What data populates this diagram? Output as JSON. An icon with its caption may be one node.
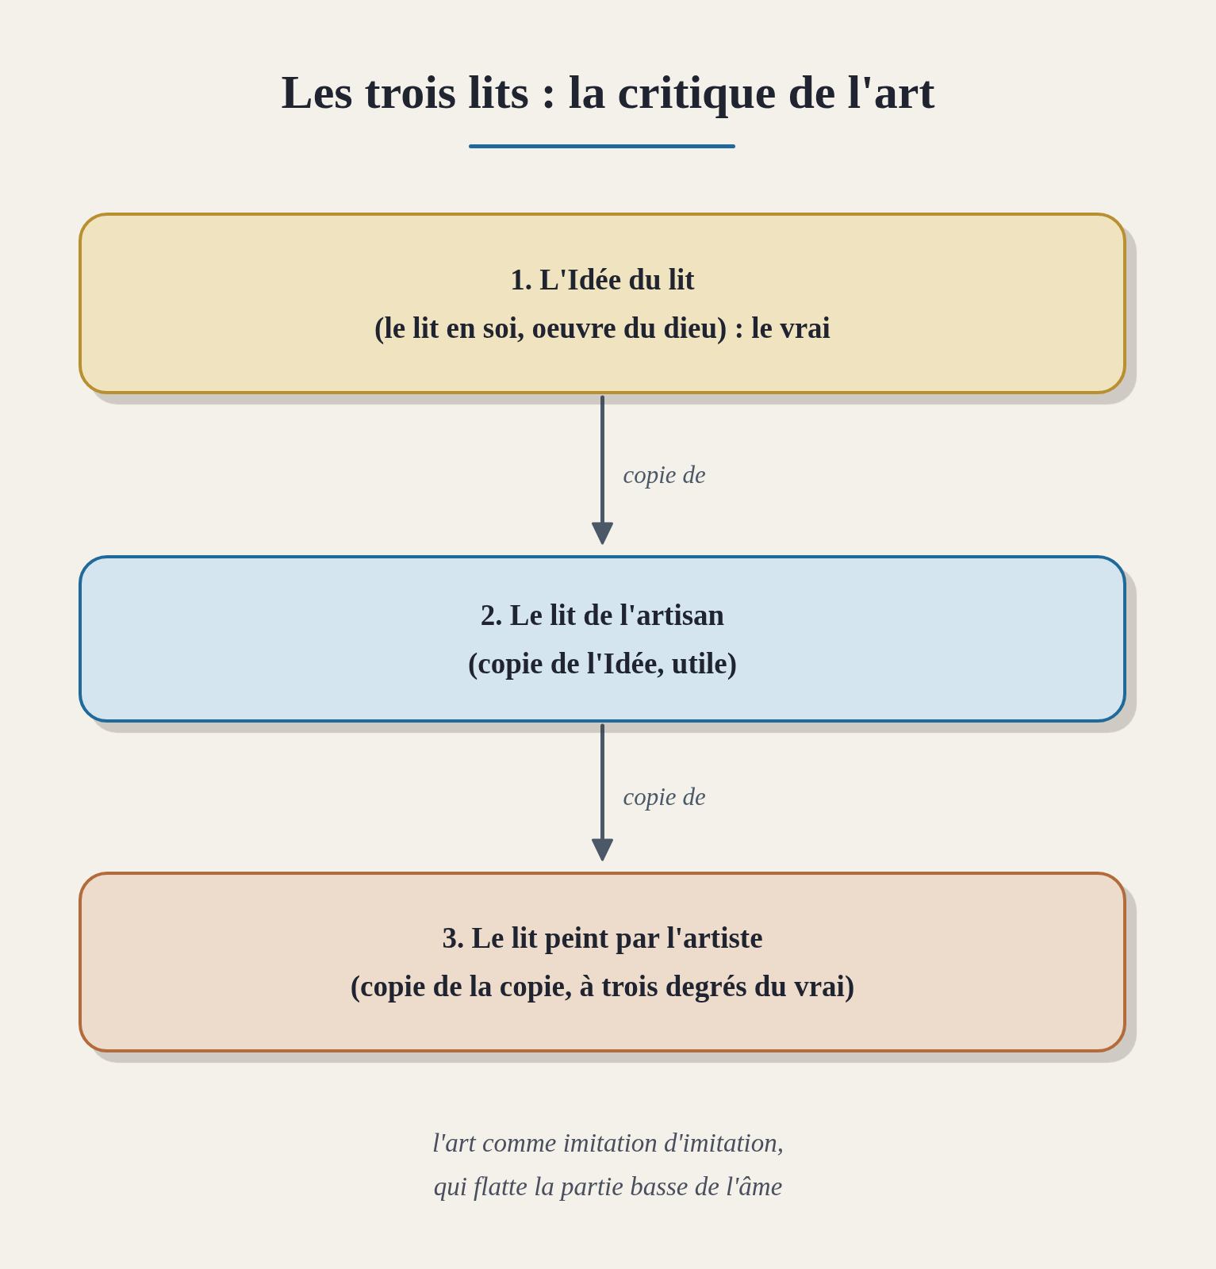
{
  "diagram": {
    "title": "Les trois lits : la critique de l'art",
    "nodes": [
      {
        "text": [
          "1. L'Idée du lit",
          "(le lit en soi, oeuvre du dieu) : le vrai"
        ]
      },
      {
        "text": [
          "2. Le lit de l'artisan",
          "(copie de l'Idée, utile)"
        ]
      },
      {
        "text": [
          "3. Le lit peint par l'artiste",
          "(copie de la copie, à trois degrés du vrai)"
        ]
      }
    ],
    "edges": [
      {
        "from": 0,
        "to": 1,
        "arrow": "to",
        "label": "copie de"
      },
      {
        "from": 1,
        "to": 2,
        "arrow": "to",
        "label": "copie de"
      }
    ],
    "caption": "l'art comme imitation d'imitation, qui flatte la partie basse de l'âme"
  }
}
